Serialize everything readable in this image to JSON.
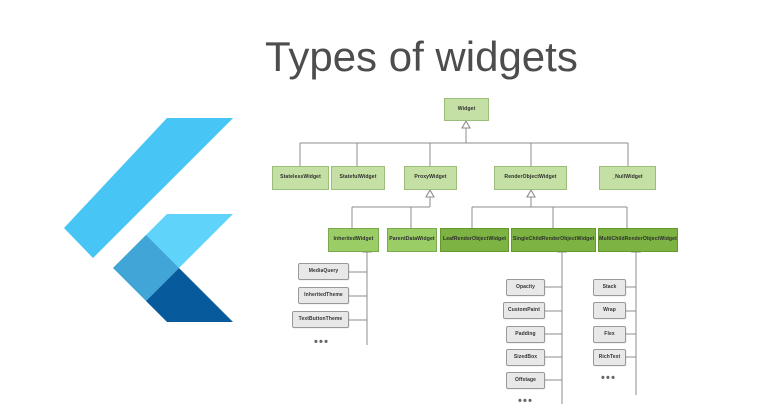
{
  "page": {
    "title": "Types of widgets",
    "background_color": "#ffffff",
    "title_color": "#4d4d4d"
  },
  "logo": {
    "name": "flutter-logo",
    "colors": {
      "light_blue": "#47c5f4",
      "mid_blue": "#42a5d8",
      "pale_blue": "#5fd3f9",
      "dark_blue": "#075b9d"
    }
  },
  "palette": {
    "node_green_light": "#c5e0a5",
    "node_green_mid": "#9acd66",
    "node_green_dark": "#7cb342",
    "node_gray": "#e8e8e8",
    "connector": "#8c8c8c"
  },
  "diagram": {
    "type": "class-inheritance-tree",
    "root": {
      "label": "Widget"
    },
    "level2": [
      {
        "label": "StatelessWidget"
      },
      {
        "label": "StatefulWidget"
      },
      {
        "label": "ProxyWidget"
      },
      {
        "label": "RenderObjectWidget"
      },
      {
        "label": "_NullWidget"
      }
    ],
    "level3": [
      {
        "label": "InheritedWidget",
        "parent": "ProxyWidget"
      },
      {
        "label": "ParentDataWidget",
        "parent": "ProxyWidget"
      },
      {
        "label": "LeafRenderObjectWidget",
        "parent": "RenderObjectWidget"
      },
      {
        "label": "SingleChildRenderObjectWidget",
        "parent": "RenderObjectWidget"
      },
      {
        "label": "MultiChildRenderObjectWidget",
        "parent": "RenderObjectWidget"
      }
    ],
    "leaves": {
      "inherited_widget": {
        "parent": "InheritedWidget",
        "items": [
          "MediaQuery",
          "InheritedTheme",
          "TextButtonTheme"
        ],
        "more": "•••"
      },
      "single_child_render_object_widget": {
        "parent": "SingleChildRenderObjectWidget",
        "items": [
          "Opacity",
          "CustomPaint",
          "Padding",
          "SizedBox",
          "Offstage"
        ],
        "more": "•••"
      },
      "multi_child_render_object_widget": {
        "parent": "MultiChildRenderObjectWidget",
        "items": [
          "Stack",
          "Wrap",
          "Flex",
          "RichText"
        ],
        "more": "•••"
      }
    }
  }
}
